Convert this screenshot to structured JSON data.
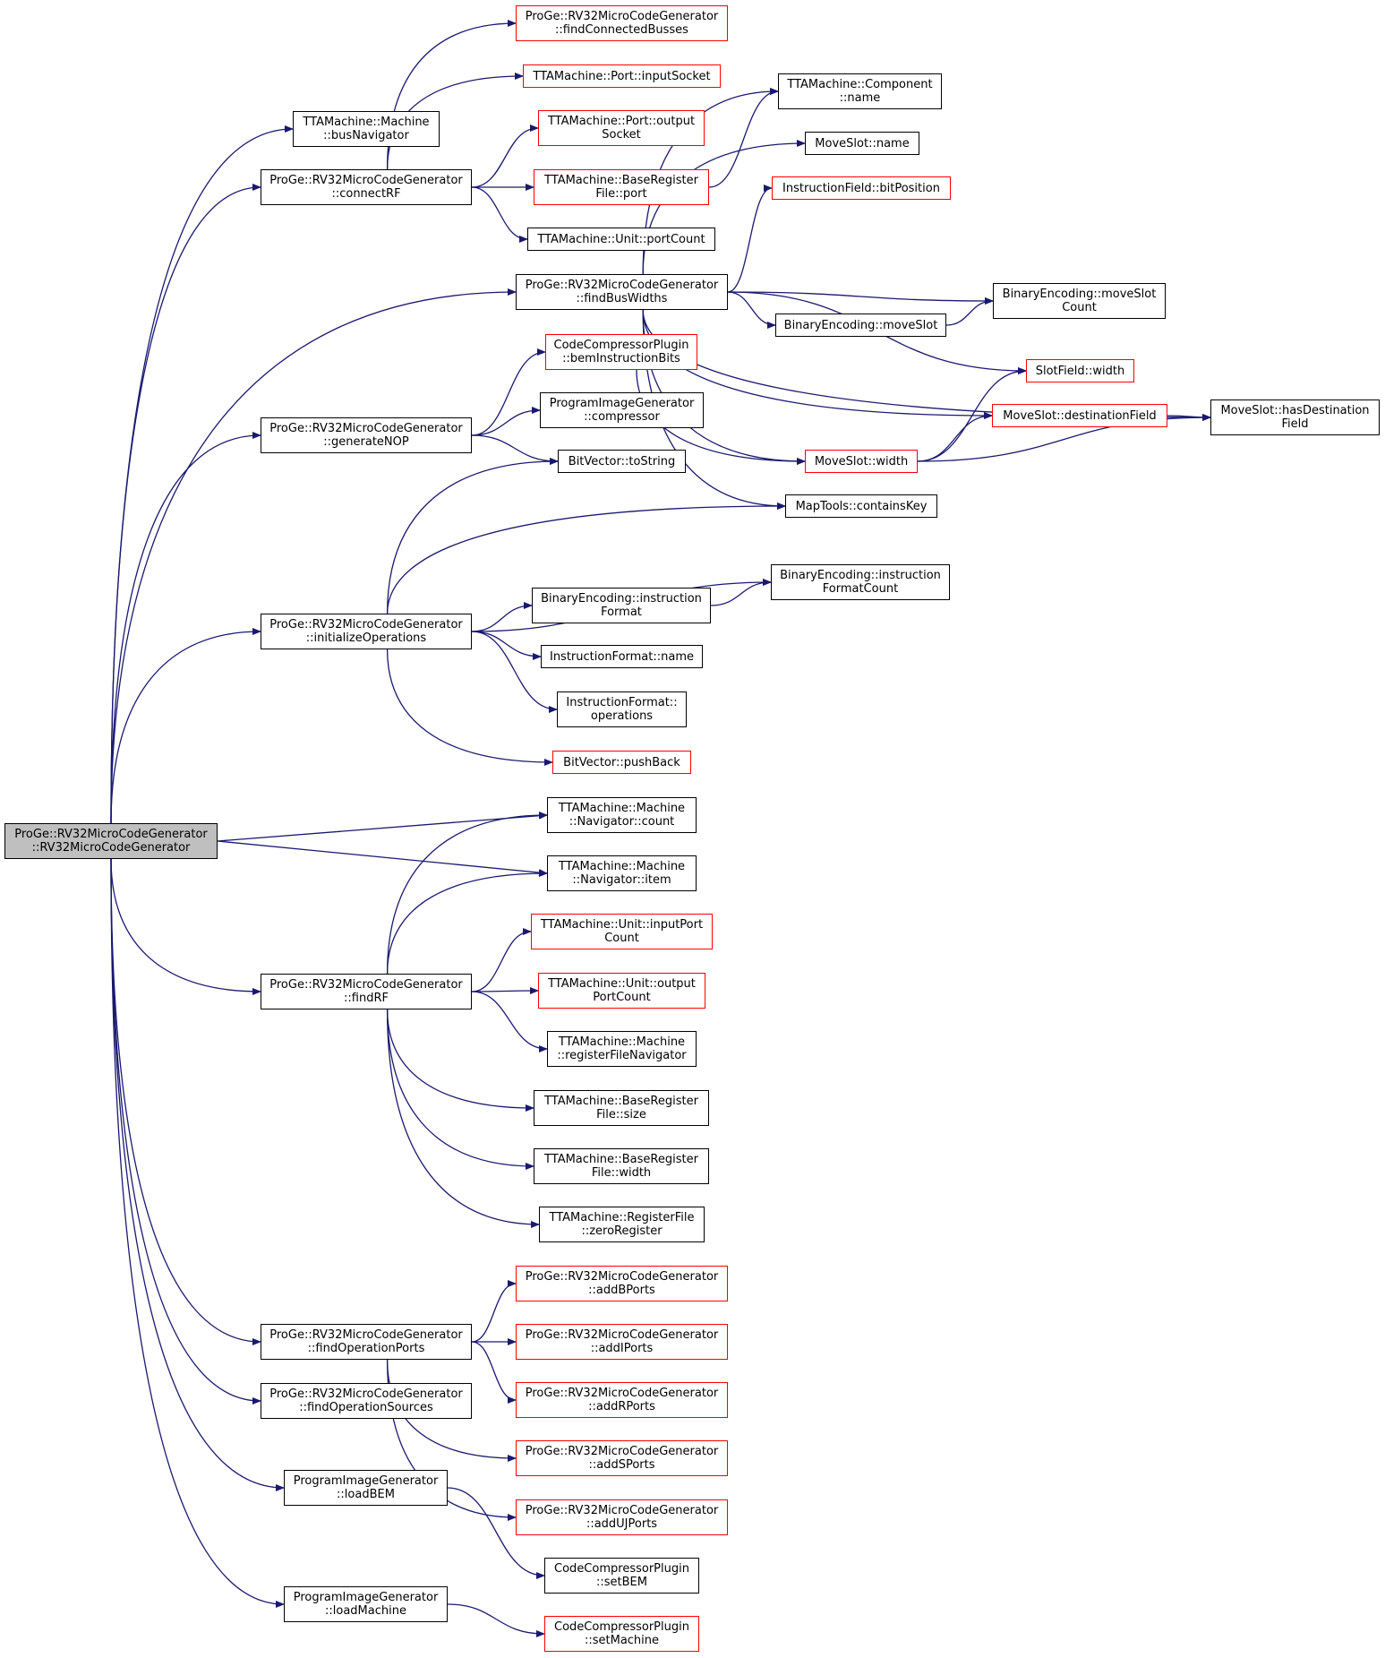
{
  "colors": {
    "edge": "#191970",
    "node_border": "#000000",
    "external_border": "#ff0000",
    "root_fill": "#bfbfbf"
  },
  "nodes": [
    {
      "id": "root",
      "lines": [
        "ProGe::RV32MicroCodeGenerator",
        "::RV32MicroCodeGenerator"
      ],
      "style": "root"
    },
    {
      "id": "busNavigator",
      "lines": [
        "TTAMachine::Machine",
        "::busNavigator"
      ],
      "style": "plain"
    },
    {
      "id": "connectRF",
      "lines": [
        "ProGe::RV32MicroCodeGenerator",
        "::connectRF"
      ],
      "style": "plain"
    },
    {
      "id": "findConnectedBusses",
      "lines": [
        "ProGe::RV32MicroCodeGenerator",
        "::findConnectedBusses"
      ],
      "style": "red"
    },
    {
      "id": "inputSocket",
      "lines": [
        "TTAMachine::Port::inputSocket"
      ],
      "style": "red"
    },
    {
      "id": "outputSocket",
      "lines": [
        "TTAMachine::Port::output",
        "Socket"
      ],
      "style": "red"
    },
    {
      "id": "brfPort",
      "lines": [
        "TTAMachine::BaseRegister",
        "File::port"
      ],
      "style": "red"
    },
    {
      "id": "unitPortCount",
      "lines": [
        "TTAMachine::Unit::portCount"
      ],
      "style": "plain"
    },
    {
      "id": "componentName",
      "lines": [
        "TTAMachine::Component",
        "::name"
      ],
      "style": "plain"
    },
    {
      "id": "moveSlotName",
      "lines": [
        "MoveSlot::name"
      ],
      "style": "plain"
    },
    {
      "id": "bitPosition",
      "lines": [
        "InstructionField::bitPosition"
      ],
      "style": "red"
    },
    {
      "id": "findBusWidths",
      "lines": [
        "ProGe::RV32MicroCodeGenerator",
        "::findBusWidths"
      ],
      "style": "plain"
    },
    {
      "id": "moveSlotCount",
      "lines": [
        "BinaryEncoding::moveSlot",
        "Count"
      ],
      "style": "plain"
    },
    {
      "id": "beMoveSlot",
      "lines": [
        "BinaryEncoding::moveSlot"
      ],
      "style": "plain"
    },
    {
      "id": "hasDestField",
      "lines": [
        "MoveSlot::hasDestination",
        "Field"
      ],
      "style": "plain"
    },
    {
      "id": "slotFieldWidth",
      "lines": [
        "SlotField::width"
      ],
      "style": "red"
    },
    {
      "id": "destField",
      "lines": [
        "MoveSlot::destinationField"
      ],
      "style": "red"
    },
    {
      "id": "moveSlotWidth",
      "lines": [
        "MoveSlot::width"
      ],
      "style": "red"
    },
    {
      "id": "bemBits",
      "lines": [
        "CodeCompressorPlugin",
        "::bemInstructionBits"
      ],
      "style": "red"
    },
    {
      "id": "generateNOP",
      "lines": [
        "ProGe::RV32MicroCodeGenerator",
        "::generateNOP"
      ],
      "style": "plain"
    },
    {
      "id": "compressor",
      "lines": [
        "ProgramImageGenerator",
        "::compressor"
      ],
      "style": "plain"
    },
    {
      "id": "toString",
      "lines": [
        "BitVector::toString"
      ],
      "style": "plain"
    },
    {
      "id": "containsKey",
      "lines": [
        "MapTools::containsKey"
      ],
      "style": "plain"
    },
    {
      "id": "instrFormatCount",
      "lines": [
        "BinaryEncoding::instruction",
        "FormatCount"
      ],
      "style": "plain"
    },
    {
      "id": "beInstrFormat",
      "lines": [
        "BinaryEncoding::instruction",
        "Format"
      ],
      "style": "plain"
    },
    {
      "id": "initOps",
      "lines": [
        "ProGe::RV32MicroCodeGenerator",
        "::initializeOperations"
      ],
      "style": "plain"
    },
    {
      "id": "ifName",
      "lines": [
        "InstructionFormat::name"
      ],
      "style": "plain"
    },
    {
      "id": "ifOps",
      "lines": [
        "InstructionFormat::",
        "operations"
      ],
      "style": "plain"
    },
    {
      "id": "pushBack",
      "lines": [
        "BitVector::pushBack"
      ],
      "style": "red"
    },
    {
      "id": "navCount",
      "lines": [
        "TTAMachine::Machine",
        "::Navigator::count"
      ],
      "style": "plain"
    },
    {
      "id": "navItem",
      "lines": [
        "TTAMachine::Machine",
        "::Navigator::item"
      ],
      "style": "plain"
    },
    {
      "id": "inputPortCount",
      "lines": [
        "TTAMachine::Unit::inputPort",
        "Count"
      ],
      "style": "red"
    },
    {
      "id": "findRF",
      "lines": [
        "ProGe::RV32MicroCodeGenerator",
        "::findRF"
      ],
      "style": "plain"
    },
    {
      "id": "outputPortCount",
      "lines": [
        "TTAMachine::Unit::output",
        "PortCount"
      ],
      "style": "red"
    },
    {
      "id": "rfNavigator",
      "lines": [
        "TTAMachine::Machine",
        "::registerFileNavigator"
      ],
      "style": "plain"
    },
    {
      "id": "brfSize",
      "lines": [
        "TTAMachine::BaseRegister",
        "File::size"
      ],
      "style": "plain"
    },
    {
      "id": "brfWidth",
      "lines": [
        "TTAMachine::BaseRegister",
        "File::width"
      ],
      "style": "plain"
    },
    {
      "id": "zeroRegister",
      "lines": [
        "TTAMachine::RegisterFile",
        "::zeroRegister"
      ],
      "style": "plain"
    },
    {
      "id": "addBPorts",
      "lines": [
        "ProGe::RV32MicroCodeGenerator",
        "::addBPorts"
      ],
      "style": "red"
    },
    {
      "id": "findOpPorts",
      "lines": [
        "ProGe::RV32MicroCodeGenerator",
        "::findOperationPorts"
      ],
      "style": "plain"
    },
    {
      "id": "addIPorts",
      "lines": [
        "ProGe::RV32MicroCodeGenerator",
        "::addIPorts"
      ],
      "style": "red"
    },
    {
      "id": "findOpSources",
      "lines": [
        "ProGe::RV32MicroCodeGenerator",
        "::findOperationSources"
      ],
      "style": "plain"
    },
    {
      "id": "addRPorts",
      "lines": [
        "ProGe::RV32MicroCodeGenerator",
        "::addRPorts"
      ],
      "style": "red"
    },
    {
      "id": "addSPorts",
      "lines": [
        "ProGe::RV32MicroCodeGenerator",
        "::addSPorts"
      ],
      "style": "red"
    },
    {
      "id": "loadBEM",
      "lines": [
        "ProgramImageGenerator",
        "::loadBEM"
      ],
      "style": "plain"
    },
    {
      "id": "addUJPorts",
      "lines": [
        "ProGe::RV32MicroCodeGenerator",
        "::addUJPorts"
      ],
      "style": "red"
    },
    {
      "id": "setBEM",
      "lines": [
        "CodeCompressorPlugin",
        "::setBEM"
      ],
      "style": "plain"
    },
    {
      "id": "loadMachine",
      "lines": [
        "ProgramImageGenerator",
        "::loadMachine"
      ],
      "style": "plain"
    },
    {
      "id": "setMachine",
      "lines": [
        "CodeCompressorPlugin",
        "::setMachine"
      ],
      "style": "red"
    }
  ]
}
